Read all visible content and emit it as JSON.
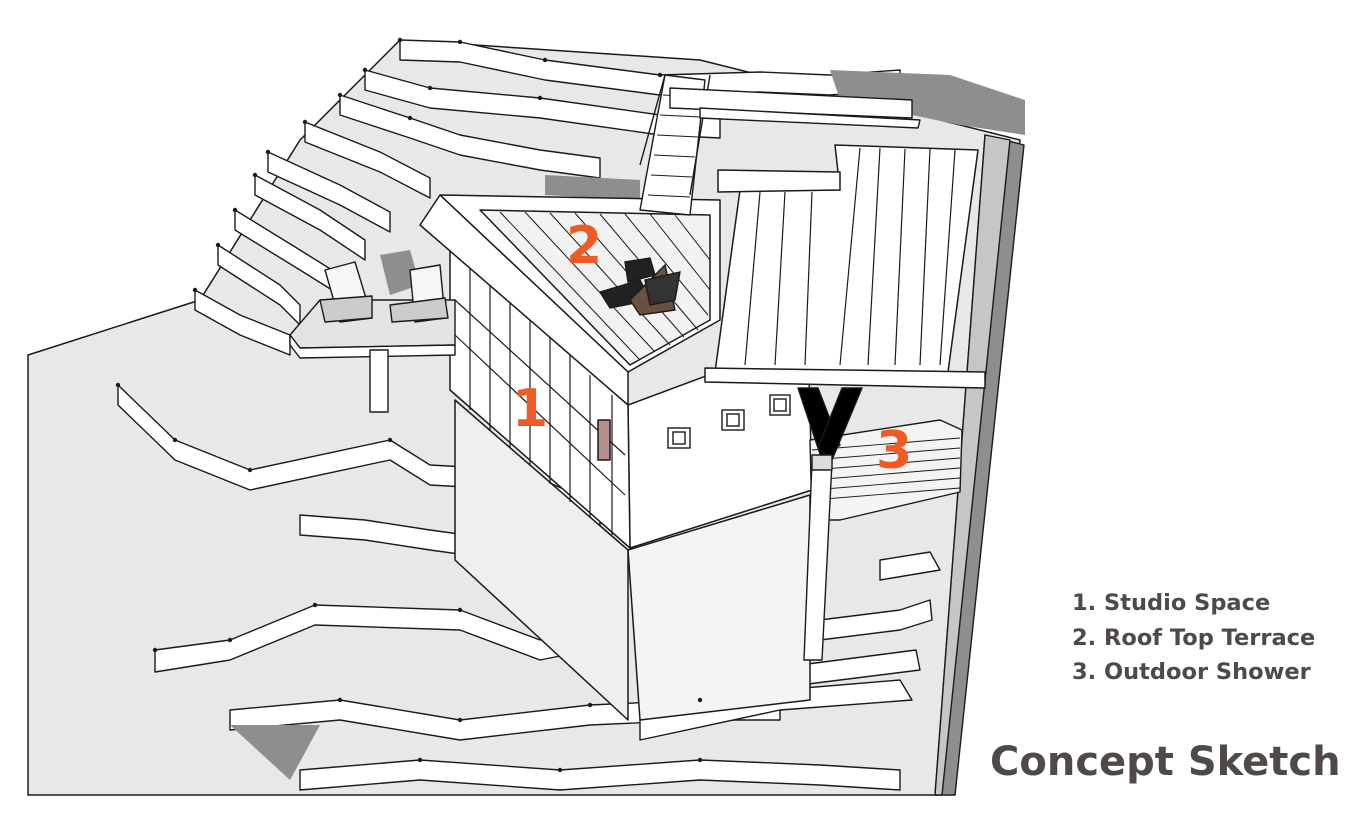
{
  "labels": {
    "studio_number": "1",
    "terrace_number": "2",
    "shower_number": "3"
  },
  "legend": {
    "items": [
      "1. Studio Space",
      "2. Roof Top Terrace",
      "3. Outdoor Shower"
    ]
  },
  "title": "Concept Sketch",
  "colors": {
    "accent": "#ef5b24",
    "text": "#4f4a48",
    "terrain": "#e8e8e8",
    "shadow": "#8e8e8e",
    "line": "#1a1a1a"
  }
}
